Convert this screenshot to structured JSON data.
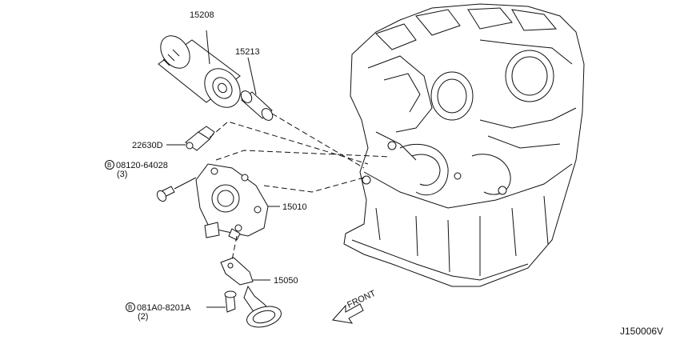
{
  "parts": {
    "oil_filter": "15208",
    "connector": "15213",
    "pressure_switch": "22630D",
    "bolt_a": {
      "prefix": "B",
      "code": "08120-64028",
      "qty": "(3)"
    },
    "oil_pump": "15010",
    "gasket": "15050",
    "bolt_b": {
      "prefix": "B",
      "code": "081A0-8201A",
      "qty": "(2)"
    }
  },
  "direction_label": "FRONT",
  "diagram_id": "J150006V"
}
